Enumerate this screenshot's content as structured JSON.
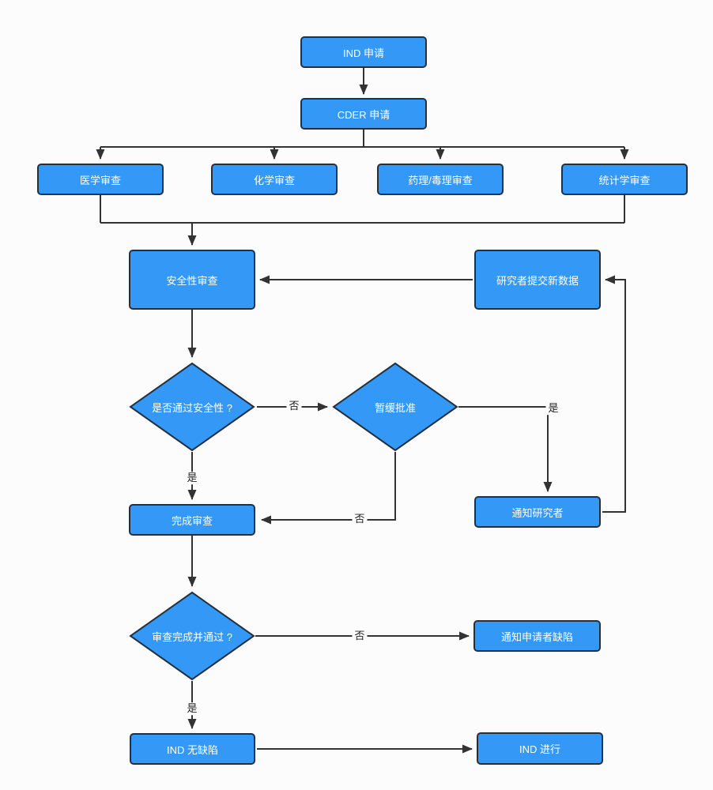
{
  "diagram": {
    "nodes": {
      "ind_application": {
        "label": "IND 申请"
      },
      "cder_application": {
        "label": "CDER 申请"
      },
      "medical_review": {
        "label": "医学审查"
      },
      "chemistry_review": {
        "label": "化学审查"
      },
      "pharmtox_review": {
        "label": "药理/毒理审查"
      },
      "statistics_review": {
        "label": "统计学审查"
      },
      "safety_review": {
        "label": "安全性审查"
      },
      "new_data": {
        "label": "研究者提交新数据"
      },
      "decision_safety": {
        "label": "是否通过安全性 ?"
      },
      "clinical_hold": {
        "label": "暂缓批准"
      },
      "notify_researcher": {
        "label": "通知研究者"
      },
      "complete_review": {
        "label": "完成审查"
      },
      "decision_review": {
        "label": "审查完成并通过 ?"
      },
      "notify_applicant": {
        "label": "通知申请者缺陷"
      },
      "ind_no_deficiency": {
        "label": "IND 无缺陷"
      },
      "ind_proceed": {
        "label": "IND 进行"
      }
    },
    "edge_labels": {
      "no1": "否",
      "yes1": "是",
      "no2": "否",
      "yes2": "是",
      "no3": "否",
      "yes3": "是"
    },
    "colors": {
      "node_fill": "#3498F7",
      "node_border": "#233040",
      "connector": "#333333",
      "node_text": "#ffffff",
      "edge_label_text": "#1f1f1f",
      "canvas_bg": "#fcfcfc"
    }
  }
}
